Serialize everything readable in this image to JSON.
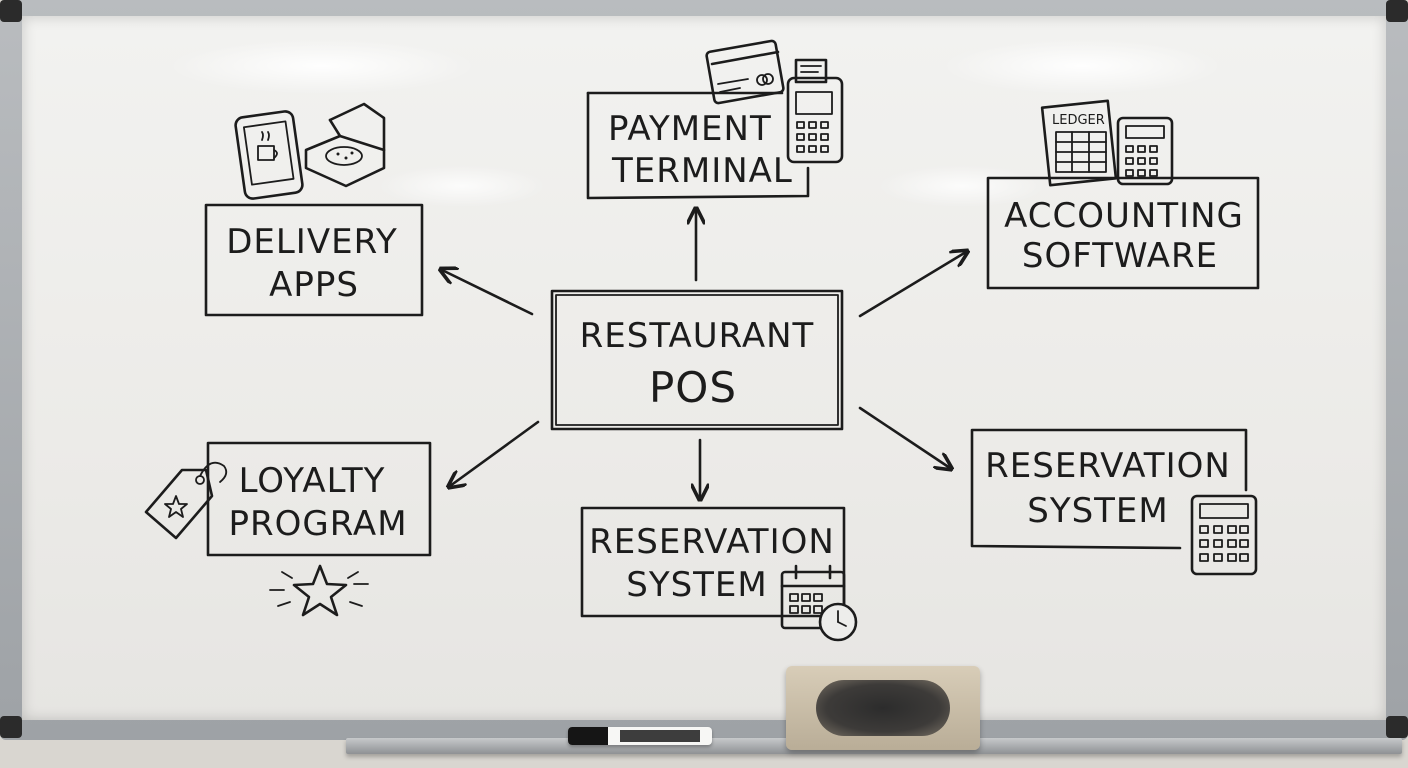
{
  "diagram": {
    "center": {
      "line1": "RESTAURANT",
      "line2": "POS"
    },
    "nodes": {
      "payment": {
        "line1": "PAYMENT",
        "line2": "TERMINAL"
      },
      "delivery": {
        "line1": "DELIVERY",
        "line2": "APPS"
      },
      "accounting": {
        "line1": "ACCOUNTING",
        "line2": "SOFTWARE",
        "icon_label": "LEDGER"
      },
      "loyalty": {
        "line1": "LOYALTY",
        "line2": "PROGRAM"
      },
      "reservation_bottom": {
        "line1": "RESERVATION",
        "line2": "SYSTEM"
      },
      "reservation_right": {
        "line1": "RESERVATION",
        "line2": "SYSTEM"
      }
    }
  },
  "icons": [
    "credit-card-icon",
    "card-reader-icon",
    "smartphone-icon",
    "takeout-box-icon",
    "ledger-icon",
    "calculator-icon",
    "tag-icon",
    "star-icon",
    "calendar-icon",
    "clock-icon"
  ],
  "colors": {
    "ink": "#1c1c1c",
    "board": "#eeeeec",
    "frame": "#a9acaf"
  }
}
